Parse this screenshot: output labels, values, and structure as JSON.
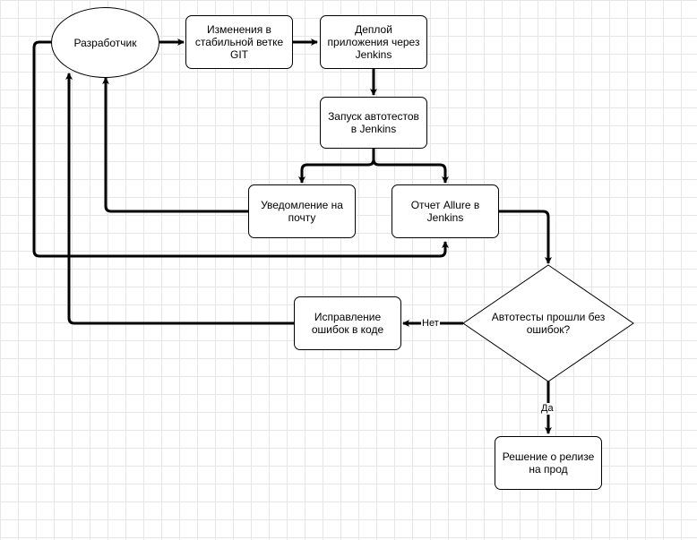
{
  "nodes": {
    "developer": "Разработчик",
    "git_changes": "Изменения в стабильной ветке GIT",
    "deploy": "Деплой приложения через Jenkins",
    "run_tests": "Запуск автотестов в Jenkins",
    "email_notify": "Уведомление на почту",
    "allure_report": "Отчет Allure в Jenkins",
    "decision": "Автотесты прошли без ошибок?",
    "fix_bugs": "Исправление ошибок в коде",
    "release": "Решение о релизе на прод"
  },
  "edge_labels": {
    "no": "Нет",
    "yes": "Да"
  },
  "colors": {
    "grid": "#e6e6e6",
    "stroke": "#000000",
    "fill": "#ffffff"
  }
}
